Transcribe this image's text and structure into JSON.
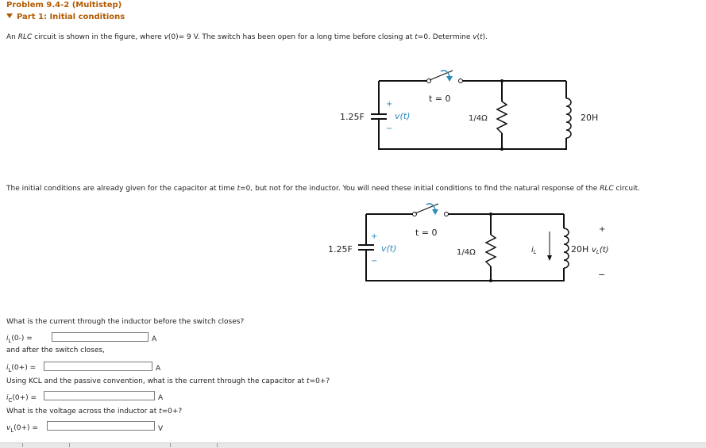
{
  "problem": {
    "title": "Problem 9.4-2 (Multistep)",
    "part_label": "Part 1: Initial conditions",
    "intro_prefix": "An ",
    "intro_em": "RLC",
    "intro_rest": " circuit is shown in the figure, where ",
    "intro_v0": "v",
    "intro_v0b": "(0)= 9 V. The switch has been open for a long time before closing at ",
    "intro_t": "t",
    "intro_tail": "=0. Determine ",
    "intro_vt": "v",
    "intro_vt2": "(",
    "intro_vt3": "t",
    "intro_end": ")."
  },
  "circuit1": {
    "cap_label": "1.25F",
    "plus": "+",
    "minus": "−",
    "v_label": "v(t)",
    "switch_label": "t = 0",
    "res_label": "1/4Ω",
    "ind_label": "20H"
  },
  "note": {
    "a": "The initial conditions are already given for the capacitor at time ",
    "t": "t",
    "b": "=0, but not for the inductor. You will need these initial conditions to find the natural response of the ",
    "rlc": "RLC",
    "c": " circuit."
  },
  "circuit2": {
    "cap_label": "1.25F",
    "plus": "+",
    "minus": "−",
    "v_label": "v(t)",
    "switch_label": "t = 0",
    "res_label": "1/4Ω",
    "il_label": "i",
    "il_sub": "L",
    "ind_label": "20H",
    "vl_label": "v",
    "vl_sub": "L",
    "vl_t": "(t)",
    "vplus": "+",
    "vminus": "−"
  },
  "questions": {
    "q1": "What is the current through the inductor before the switch closes?",
    "iL0m_label": "i",
    "iL0m_sub": "L",
    "iL0m_tail": "(0-) =",
    "iL0m_unit": "A",
    "q2": "and after the switch closes,",
    "iL0p_label": "i",
    "iL0p_sub": "L",
    "iL0p_tail": "(0+) =",
    "iL0p_unit": "A",
    "q3a": "Using KCL and the passive convention, what is the current through the capacitor at ",
    "q3t": "t",
    "q3b": "=0+?",
    "iC0p_label": "i",
    "iC0p_sub": "C",
    "iC0p_tail": "(0+) =",
    "iC0p_unit": "A",
    "q4a": "What is the voltage across the inductor at ",
    "q4t": "t",
    "q4b": "=0+?",
    "vL0p_label": "v",
    "vL0p_sub": "L",
    "vL0p_tail": "(0+) =",
    "vL0p_unit": "V"
  },
  "colors": {
    "header": "#b35a00",
    "arrow": "#2a8ab8"
  }
}
